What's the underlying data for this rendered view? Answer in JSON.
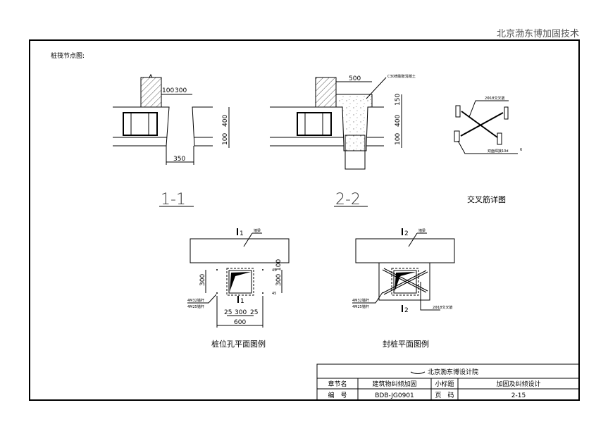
{
  "header": {
    "company": "北京渤东博加固技术"
  },
  "drawing": {
    "title": "桩筏节点图:",
    "section_1": {
      "label": "1-1",
      "dims": {
        "gap_top_a": "100",
        "gap_top_b": "300",
        "gap_bottom": "350",
        "beam_h": "400",
        "slab_h": "100"
      }
    },
    "section_2": {
      "label": "2-2",
      "note": "C30微膨胀混凝土",
      "dims": {
        "cap_w": "500",
        "cap_h": "150",
        "beam_h": "400",
        "slab_h": "100"
      }
    },
    "cross_detail": {
      "label": "交叉筋详图",
      "note_bar": "2Φ18交叉筋",
      "note_weld": "双面焊接10d",
      "weld_mark": "6"
    },
    "plan_1": {
      "label": "桩位孔平面图例",
      "cut_top": "1",
      "cut_bottom": "1",
      "beam_note": "墙梁",
      "anchor_1": "4M32锚杆",
      "anchor_2": "4M25锚杆",
      "dims": {
        "left": "300",
        "right": "300",
        "right_top": "100",
        "edge_a": "25",
        "edge_b": "25",
        "hole": "300",
        "total": "600",
        "off_a": "45",
        "off_b": "45"
      }
    },
    "plan_2": {
      "label": "封桩平面图例",
      "cut_top": "2",
      "cut_bottom": "2",
      "beam_note": "墙梁",
      "anchor_1": "4M32锚杆",
      "anchor_2": "4M25锚杆",
      "bar_note": "2Φ18交叉筋"
    }
  },
  "title_block": {
    "institute": "北京渤东博设计院",
    "chapter_label": "章节名",
    "chapter_value": "建筑物纠倾加固",
    "subtitle_label": "小标题",
    "subtitle_value": "加固及纠倾设计",
    "number_label": "编　号",
    "number_value": "BDB-JG0901",
    "page_label": "页　码",
    "page_value": "2-15"
  }
}
